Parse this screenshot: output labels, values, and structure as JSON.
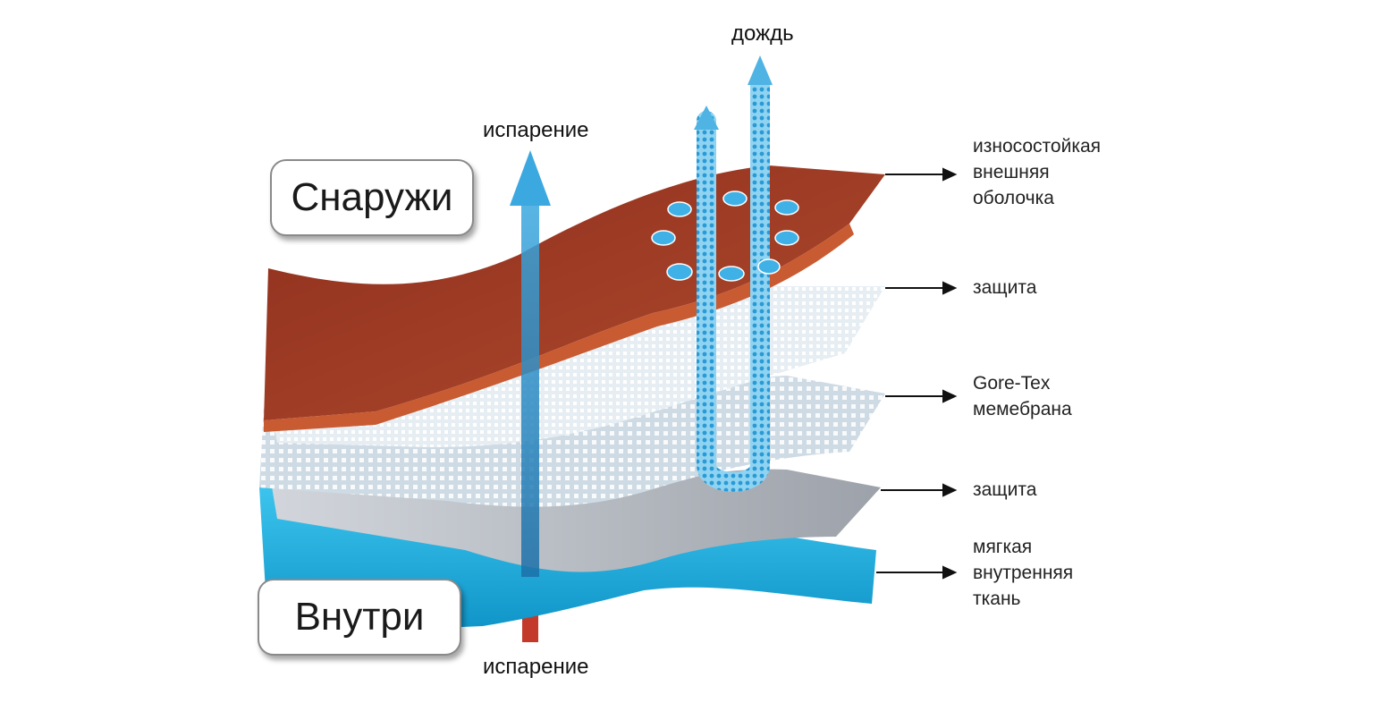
{
  "diagram": {
    "outside_label": "Снаружи",
    "inside_label": "Внутри",
    "rain_label": "дождь",
    "evap_top_label": "испарение",
    "evap_bottom_label": "испарение",
    "layers": [
      {
        "name": "outer",
        "lines": [
          "износостойкая",
          "внешняя",
          "оболочка"
        ],
        "color": "#a5432a"
      },
      {
        "name": "protection-top",
        "lines": [
          "защита"
        ],
        "color": "#dfe8ee"
      },
      {
        "name": "membrane",
        "lines": [
          "Gore-Tex",
          "мемебрана"
        ],
        "color": "#c9d6e0"
      },
      {
        "name": "protection-bottom",
        "lines": [
          "защита"
        ],
        "color": "#a9aeb6"
      },
      {
        "name": "inner",
        "lines": [
          "мягкая",
          "внутренняя",
          "ткань"
        ],
        "color": "#17a9d8"
      }
    ],
    "colors": {
      "evap_arrow": "#2a8ec9",
      "evap_arrow_bottom": "#c43a2a",
      "rain": "#4fb3e3"
    }
  }
}
